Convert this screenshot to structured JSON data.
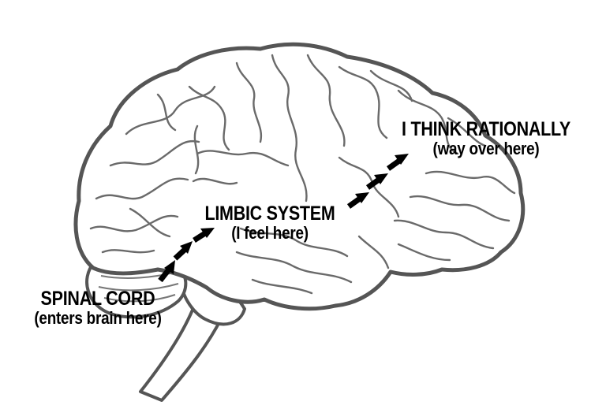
{
  "labels": {
    "rational": {
      "title": "I THINK RATIONALLY",
      "sub": "(way over here)"
    },
    "limbic": {
      "title": "LIMBIC SYSTEM",
      "sub": "(I feel here)"
    },
    "spinal": {
      "title": "SPINAL CORD",
      "sub": "(enters brain here)"
    }
  },
  "colors": {
    "outline": "#555555",
    "arrows": "#000000",
    "background": "#ffffff"
  }
}
